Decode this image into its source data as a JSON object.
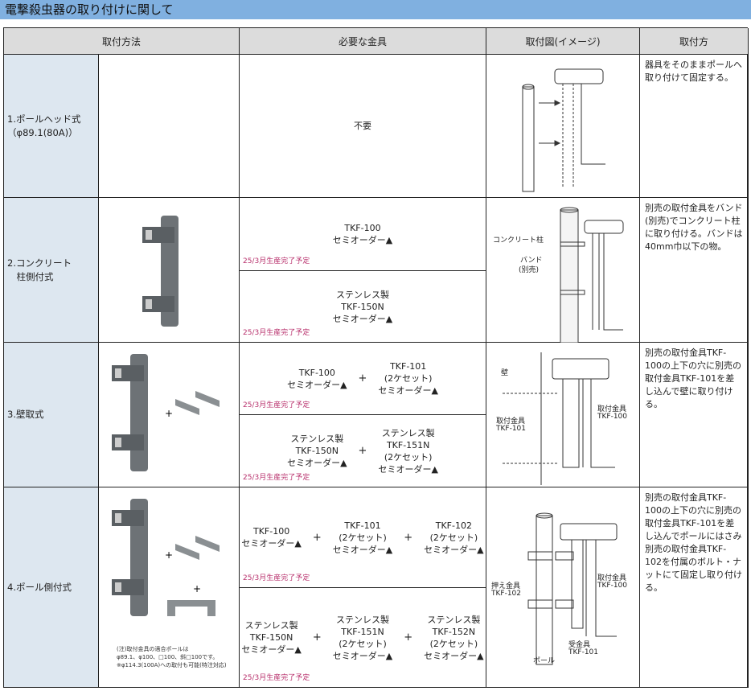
{
  "title": "電撃殺虫器の取り付けに関して",
  "headers": [
    "取付方法",
    "必要な金具",
    "取付図(イメージ)",
    "取付方"
  ],
  "note_text": "25/3月生産完了予定",
  "note_color": "#b8306c",
  "rows": [
    {
      "method_lines": [
        "1.ポールヘッド式",
        "（φ89.1(80A)）"
      ],
      "parts_none": "不要",
      "how": "器具をそのままポールへ取り付けて固定する。"
    },
    {
      "method_lines": [
        "2.コンクリート",
        "　柱側付式"
      ],
      "sub": [
        {
          "groups": [
            [
              "TKF-100",
              "セミオーダー▲"
            ]
          ]
        },
        {
          "groups": [
            [
              "ステンレス製",
              "TKF-150N",
              "セミオーダー▲"
            ]
          ]
        }
      ],
      "diagram_labels": [
        "コンクリート柱",
        "バンド",
        "(別売)"
      ],
      "how": "別売の取付金具をバンド(別売)でコンクリート柱に取り付ける。バンドは40mm巾以下の物。"
    },
    {
      "method_lines": [
        "3.壁取式"
      ],
      "sub": [
        {
          "groups": [
            [
              "TKF-100",
              "セミオーダー▲"
            ],
            [
              "TKF-101",
              "(2ケセット)",
              "セミオーダー▲"
            ]
          ]
        },
        {
          "groups": [
            [
              "ステンレス製",
              "TKF-150N",
              "セミオーダー▲"
            ],
            [
              "ステンレス製",
              "TKF-151N",
              "(2ケセット)",
              "セミオーダー▲"
            ]
          ]
        }
      ],
      "diagram_labels": [
        "壁",
        "取付金具",
        "TKF-101",
        "取付金具",
        "TKF-100"
      ],
      "how": "別売の取付金具TKF-100の上下の穴に別売の取付金具TKF-101を差し込んで壁に取り付ける。"
    },
    {
      "method_lines": [
        "4.ポール側付式"
      ],
      "sub": [
        {
          "groups": [
            [
              "TKF-100",
              "セミオーダー▲"
            ],
            [
              "TKF-101",
              "(2ケセット)",
              "セミオーダー▲"
            ],
            [
              "TKF-102",
              "(2ケセット)",
              "セミオーダー▲"
            ]
          ]
        },
        {
          "groups": [
            [
              "ステンレス製",
              "TKF-150N",
              "セミオーダー▲"
            ],
            [
              "ステンレス製",
              "TKF-151N",
              "(2ケセット)",
              "セミオーダー▲"
            ],
            [
              "ステンレス製",
              "TKF-152N",
              "(2ケセット)",
              "セミオーダー▲"
            ]
          ]
        }
      ],
      "diagram_labels": [
        "押え金具",
        "TKF-102",
        "取付金具",
        "TKF-100",
        "受金具",
        "TKF-101",
        "ポール"
      ],
      "footnote": [
        "(注)取付金具の適合ポールは",
        "φ89.1、φ100、□100、斜□100です。",
        "※φ114.3(100A)への取付も可能(特注対応)"
      ],
      "how": "別売の取付金具TKF-100の上下の穴に別売の取付金具TKF-101を差し込んでポールにはさみ別売の取付金具TKF-102を付属のボルト・ナットにて固定し取り付ける。"
    }
  ],
  "plus": "+"
}
